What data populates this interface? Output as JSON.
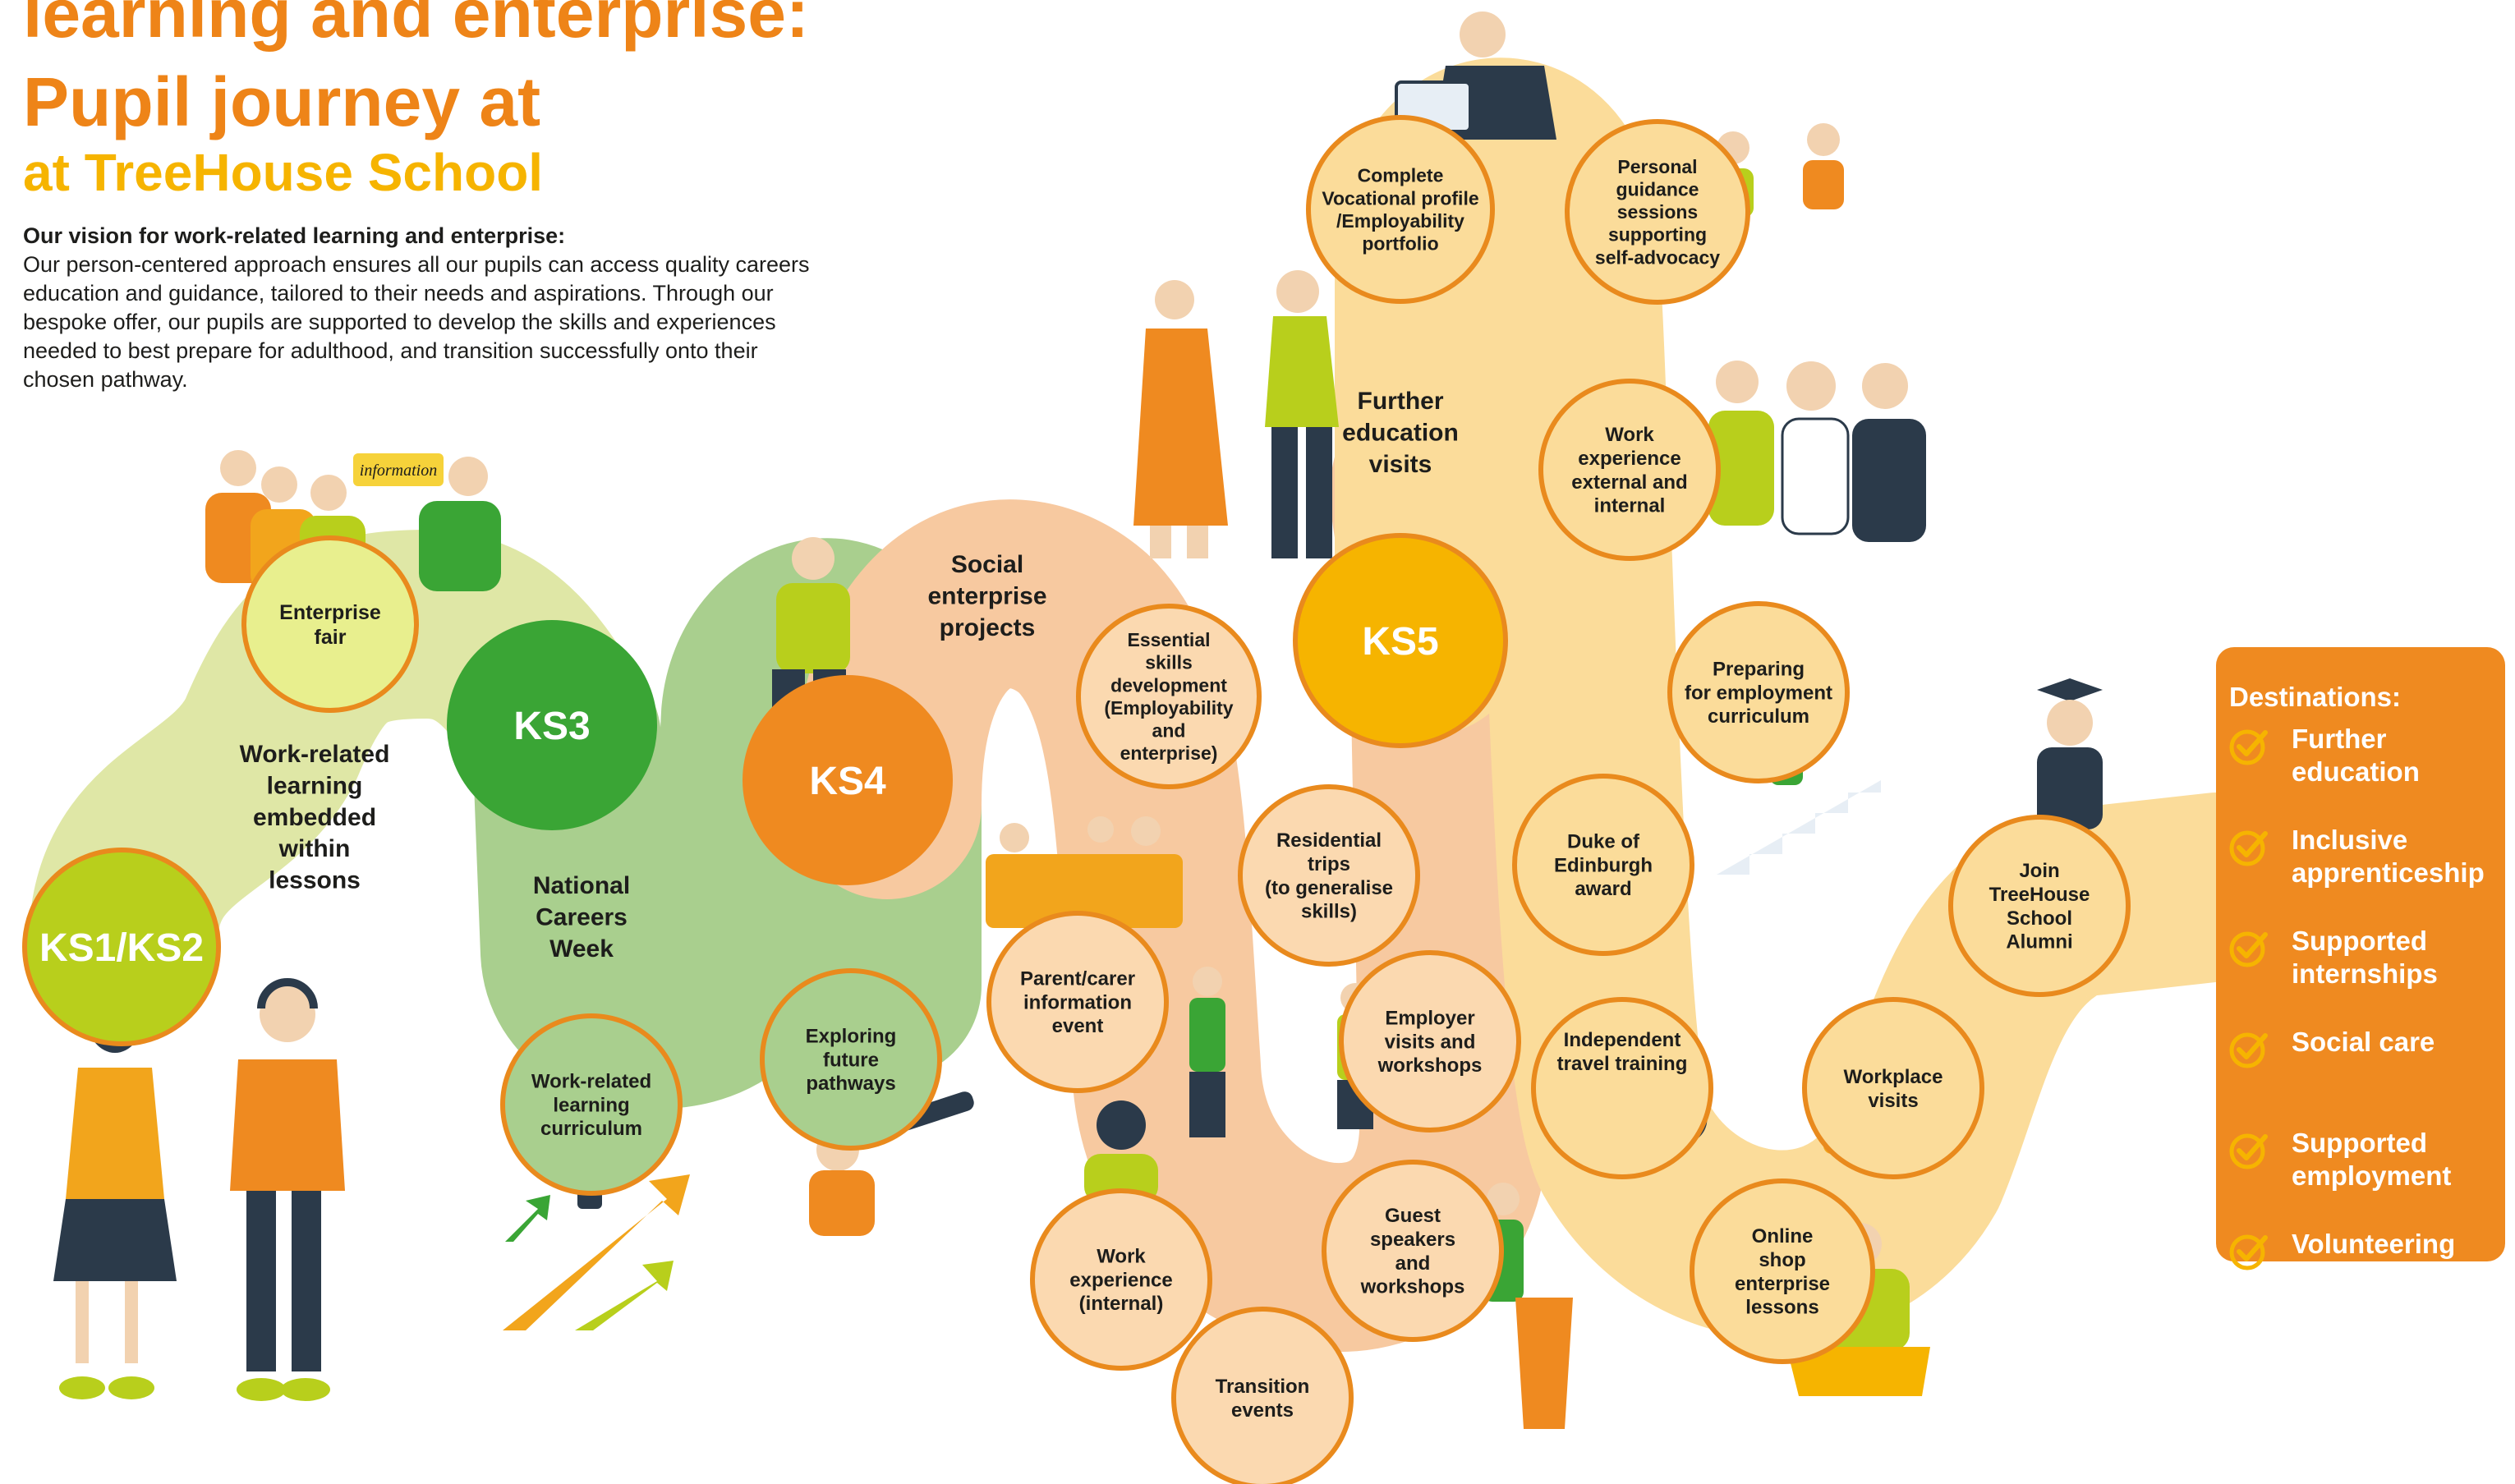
{
  "header": {
    "title_line1": "learning and enterprise:",
    "title_line2": "Pupil journey at",
    "title_line3": "at TreeHouse School",
    "vision_heading": "Our vision for work-related learning and enterprise:",
    "vision_body": "Our person-centered approach ensures all our pupils can access quality careers education and guidance, tailored to their needs and aspirations. Through our bespoke offer, our pupils are supported to develop the skills and experiences needed to best prepare for adulthood, and transition successfully onto their chosen pathway."
  },
  "stages": {
    "ks12": "KS1/KS2",
    "ks3": "KS3",
    "ks4": "KS4",
    "ks5": "KS5"
  },
  "path_labels": {
    "work_related": [
      "Work-related",
      "learning",
      "embedded",
      "within",
      "lessons"
    ],
    "national_careers": [
      "National",
      "Careers",
      "Week"
    ],
    "social_enterprise": [
      "Social",
      "enterprise",
      "projects"
    ],
    "further_education": [
      "Further",
      "education",
      "visits"
    ]
  },
  "milestones": {
    "enterprise_fair": [
      "Enterprise",
      "fair"
    ],
    "wrl_curriculum": [
      "Work-related",
      "learning",
      "curriculum"
    ],
    "exploring": [
      "Exploring",
      "future",
      "pathways"
    ],
    "essential_skills": [
      "Essential",
      "skills",
      "development",
      "(Employability",
      "and",
      "enterprise)"
    ],
    "parent_carer": [
      "Parent/carer",
      "information",
      "event"
    ],
    "work_exp_internal": [
      "Work",
      "experience",
      "(internal)"
    ],
    "transition": [
      "Transition",
      "events"
    ],
    "residential": [
      "Residential",
      "trips",
      "(to generalise",
      "skills)"
    ],
    "employer_visits": [
      "Employer",
      "visits and",
      "workshops"
    ],
    "guest_speakers": [
      "Guest",
      "speakers",
      "and",
      "workshops"
    ],
    "vocational": [
      "Complete",
      "Vocational profile",
      "/Employability",
      "portfolio"
    ],
    "personal_guidance": [
      "Personal",
      "guidance",
      "sessions",
      "supporting",
      "self-advocacy"
    ],
    "work_exp_ext": [
      "Work",
      "experience",
      "external and",
      "internal"
    ],
    "preparing": [
      "Preparing",
      "for employment",
      "curriculum"
    ],
    "duke": [
      "Duke of",
      "Edinburgh",
      "award"
    ],
    "travel": [
      "Independent",
      "travel training"
    ],
    "online_shop": [
      "Online",
      "shop",
      "enterprise",
      "lessons"
    ],
    "workplace": [
      "Workplace",
      "visits"
    ],
    "alumni": [
      "Join",
      "TreeHouse",
      "School",
      "Alumni"
    ]
  },
  "illustration_text": {
    "speech_bubble": "information"
  },
  "destinations": {
    "title": "Destinations:",
    "items": [
      [
        "Further",
        "education"
      ],
      [
        "Inclusive",
        "apprenticeship"
      ],
      [
        "Supported",
        "internships"
      ],
      [
        "Social care"
      ],
      [
        "Supported",
        "employment"
      ],
      [
        "Volunteering"
      ]
    ]
  },
  "colors": {
    "orange": "#ee8418",
    "yellow_title": "#f6b400",
    "path_lime": "#dfe7a6",
    "path_green": "#a9cf8e",
    "path_peach": "#f7c9a0",
    "path_gold": "#fbdc9a",
    "ks12": "#b8cf1c",
    "ks3": "#3aa535",
    "ks4": "#ef8a20",
    "ks5": "#f6b400",
    "ring": "#e98a1d",
    "destinations_bg": "#ef8a20"
  },
  "icons": [
    "checkmark-icon",
    "graduation-cap-icon",
    "laptop-icon",
    "telescope-icon",
    "arrow-right-icon",
    "bus-icon",
    "train-icon",
    "tram-icon"
  ]
}
